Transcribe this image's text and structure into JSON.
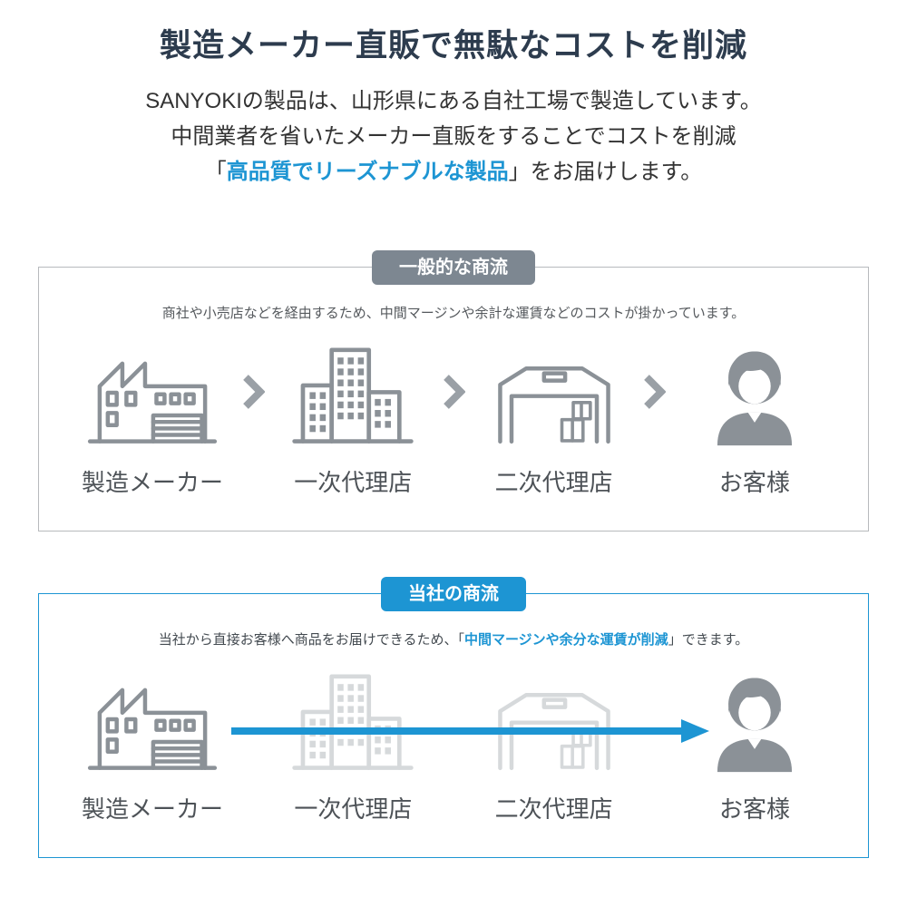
{
  "colors": {
    "accent_blue": "#1d95d3",
    "badge_gray": "#7d8791",
    "title_navy": "#2d3c4e",
    "icon_gray": "#8b9197",
    "icon_faded": "#d6d9db"
  },
  "header": {
    "title": "製造メーカー直販で無駄なコストを削減",
    "intro_line1": "SANYOKIの製品は、山形県にある自社工場で製造しています。",
    "intro_line2": "中間業者を省いたメーカー直販をすることでコストを削減",
    "intro_line3_open": "「",
    "intro_line3_highlight": "高品質でリーズナブルな製品",
    "intro_line3_close": "」をお届けします。"
  },
  "general_flow": {
    "badge": "一般的な商流",
    "description": "商社や小売店などを経由するため、中間マージンや余計な運賃などのコストが掛かっています。",
    "steps": [
      {
        "label": "製造メーカー",
        "icon": "factory-icon"
      },
      {
        "label": "一次代理店",
        "icon": "buildings-icon"
      },
      {
        "label": "二次代理店",
        "icon": "warehouse-icon"
      },
      {
        "label": "お客様",
        "icon": "customer-icon"
      }
    ]
  },
  "direct_flow": {
    "badge": "当社の商流",
    "description_open": "当社から直接お客様へ商品をお届けできるため、「",
    "description_highlight": "中間マージンや余分な運賃が削減",
    "description_close": "」できます。",
    "steps": [
      {
        "label": "製造メーカー",
        "icon": "factory-icon",
        "faded": false
      },
      {
        "label": "一次代理店",
        "icon": "buildings-icon",
        "faded": true
      },
      {
        "label": "二次代理店",
        "icon": "warehouse-icon",
        "faded": true
      },
      {
        "label": "お客様",
        "icon": "customer-icon",
        "faded": false
      }
    ]
  }
}
